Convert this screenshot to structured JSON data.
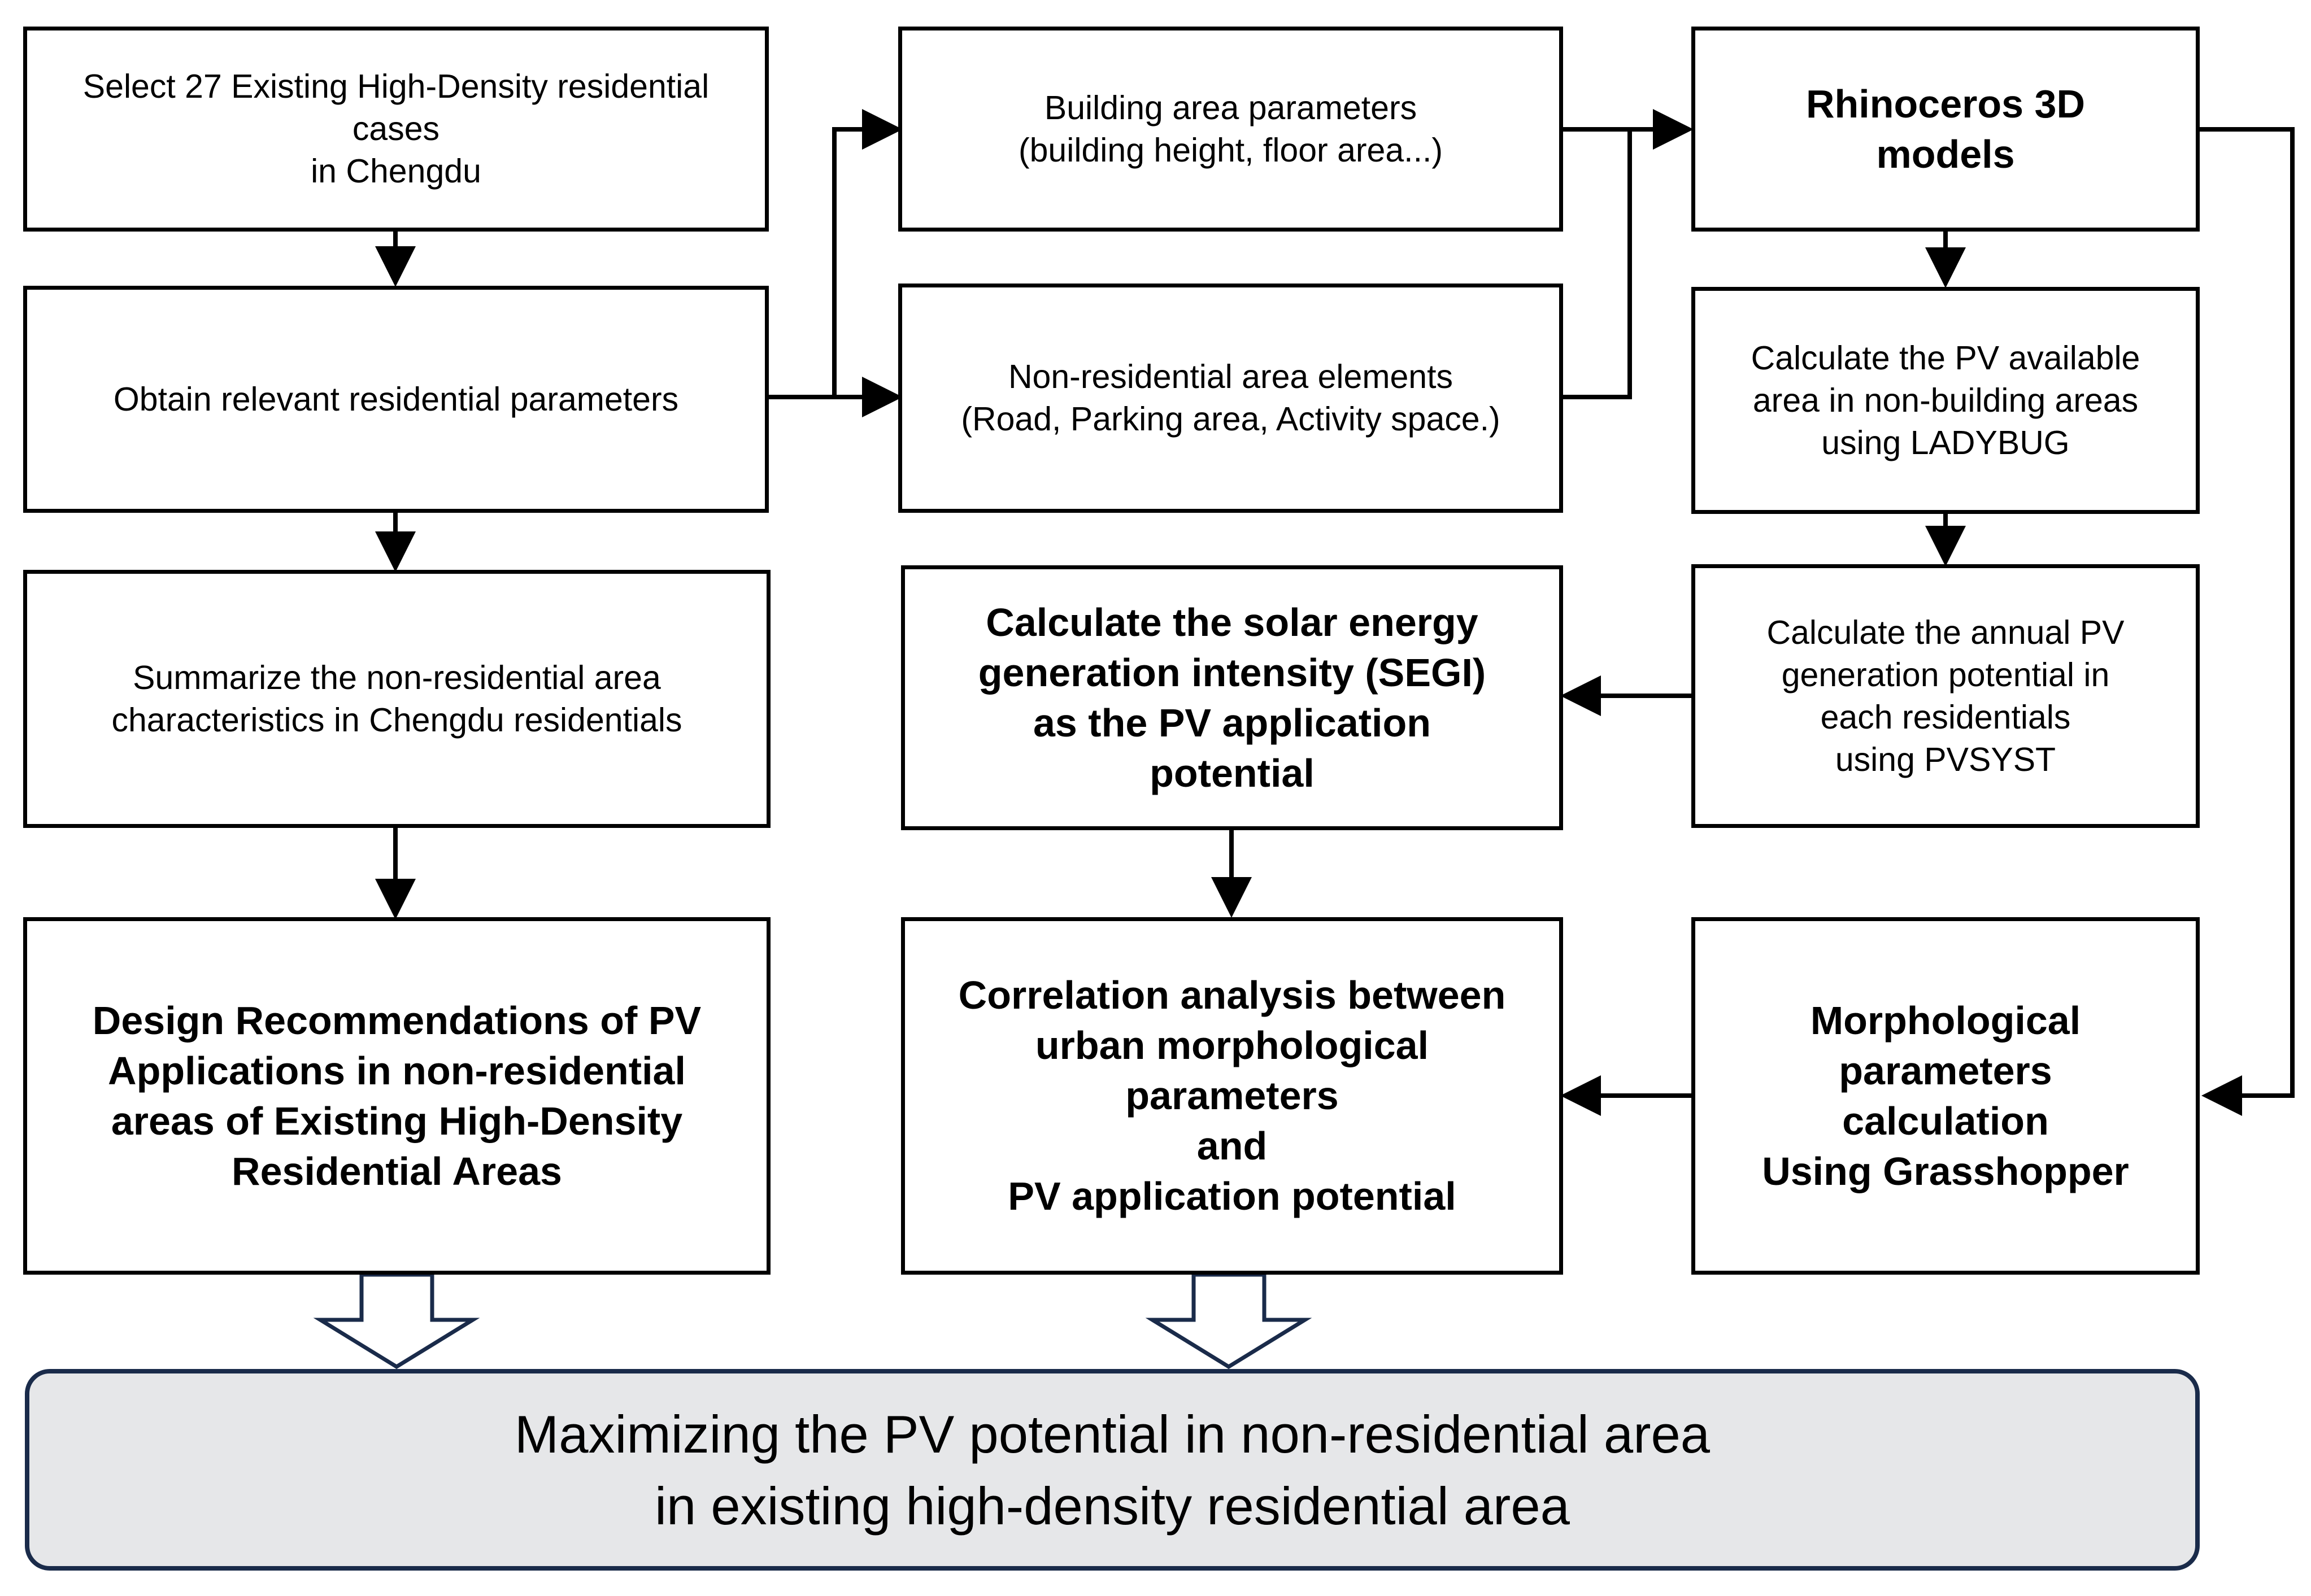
{
  "boxes": {
    "select_cases": "Select 27 Existing High-Density residential\ncases\nin Chengdu",
    "obtain_parameters": "Obtain relevant residential parameters",
    "summarize_characteristics": "Summarize the non-residential area\ncharacteristics in Chengdu residentials",
    "design_recommendations": "Design Recommendations of PV\nApplications in non-residential\nareas of Existing High-Density\nResidential Areas",
    "building_area_parameters": "Building area parameters\n(building height, floor area...)",
    "non_residential_elements": "Non-residential area elements\n(Road, Parking area, Activity space.)",
    "calculate_segi": "Calculate the solar energy\ngeneration intensity (SEGI)\nas the PV application\npotential",
    "correlation_analysis": "Correlation analysis between\nurban morphological\nparameters\nand\nPV application potential",
    "rhinoceros_models": "Rhinoceros 3D\nmodels",
    "calculate_pv_area": "Calculate the PV available\narea in non-building areas\nusing LADYBUG",
    "calculate_annual_pv": "Calculate the annual PV\ngeneration potential in\neach residentials\nusing PVSYST",
    "morphological_calculation": "Morphological\nparameters\ncalculation\nUsing Grasshopper"
  },
  "outcome": "Maximizing the PV potential in non-residential area\nin existing high-density residential area",
  "colors": {
    "border": "#000000",
    "outcome_fill": "#e6e7e9",
    "outcome_border": "#1a2b4a",
    "hollow_arrow_stroke": "#1a2b4a"
  }
}
